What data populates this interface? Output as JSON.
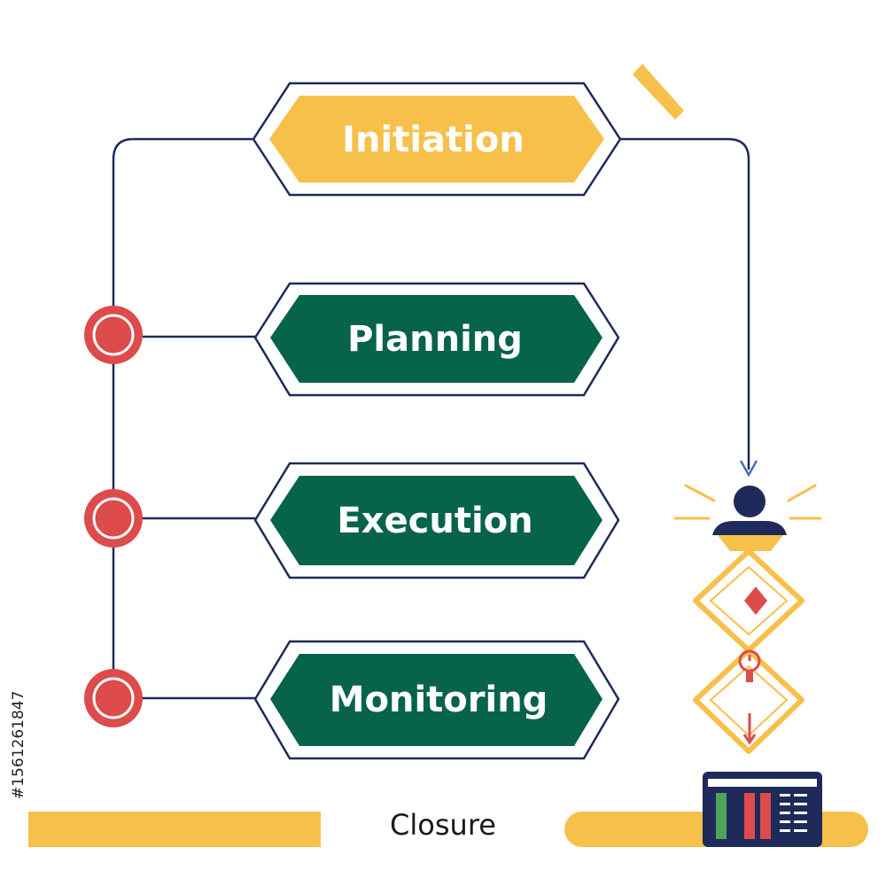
{
  "stages": [
    {
      "label": "Initiation",
      "color": "#F7C04A"
    },
    {
      "label": "Planning",
      "color": "#07634A"
    },
    {
      "label": "Execution",
      "color": "#07634A"
    },
    {
      "label": "Monitoring",
      "color": "#07634A"
    }
  ],
  "closure": {
    "label": "Closure",
    "color": "#F7C04A"
  },
  "image_id": "#1561261847",
  "colors": {
    "line": "#1E2A5A",
    "node": "#DD4B4B",
    "accent": "#F7C04A",
    "green": "#07634A"
  },
  "icons": [
    "alert-mark-icon",
    "person-icon",
    "diamond-icon",
    "gauge-icon",
    "down-arrow-icon",
    "dashboard-icon"
  ]
}
